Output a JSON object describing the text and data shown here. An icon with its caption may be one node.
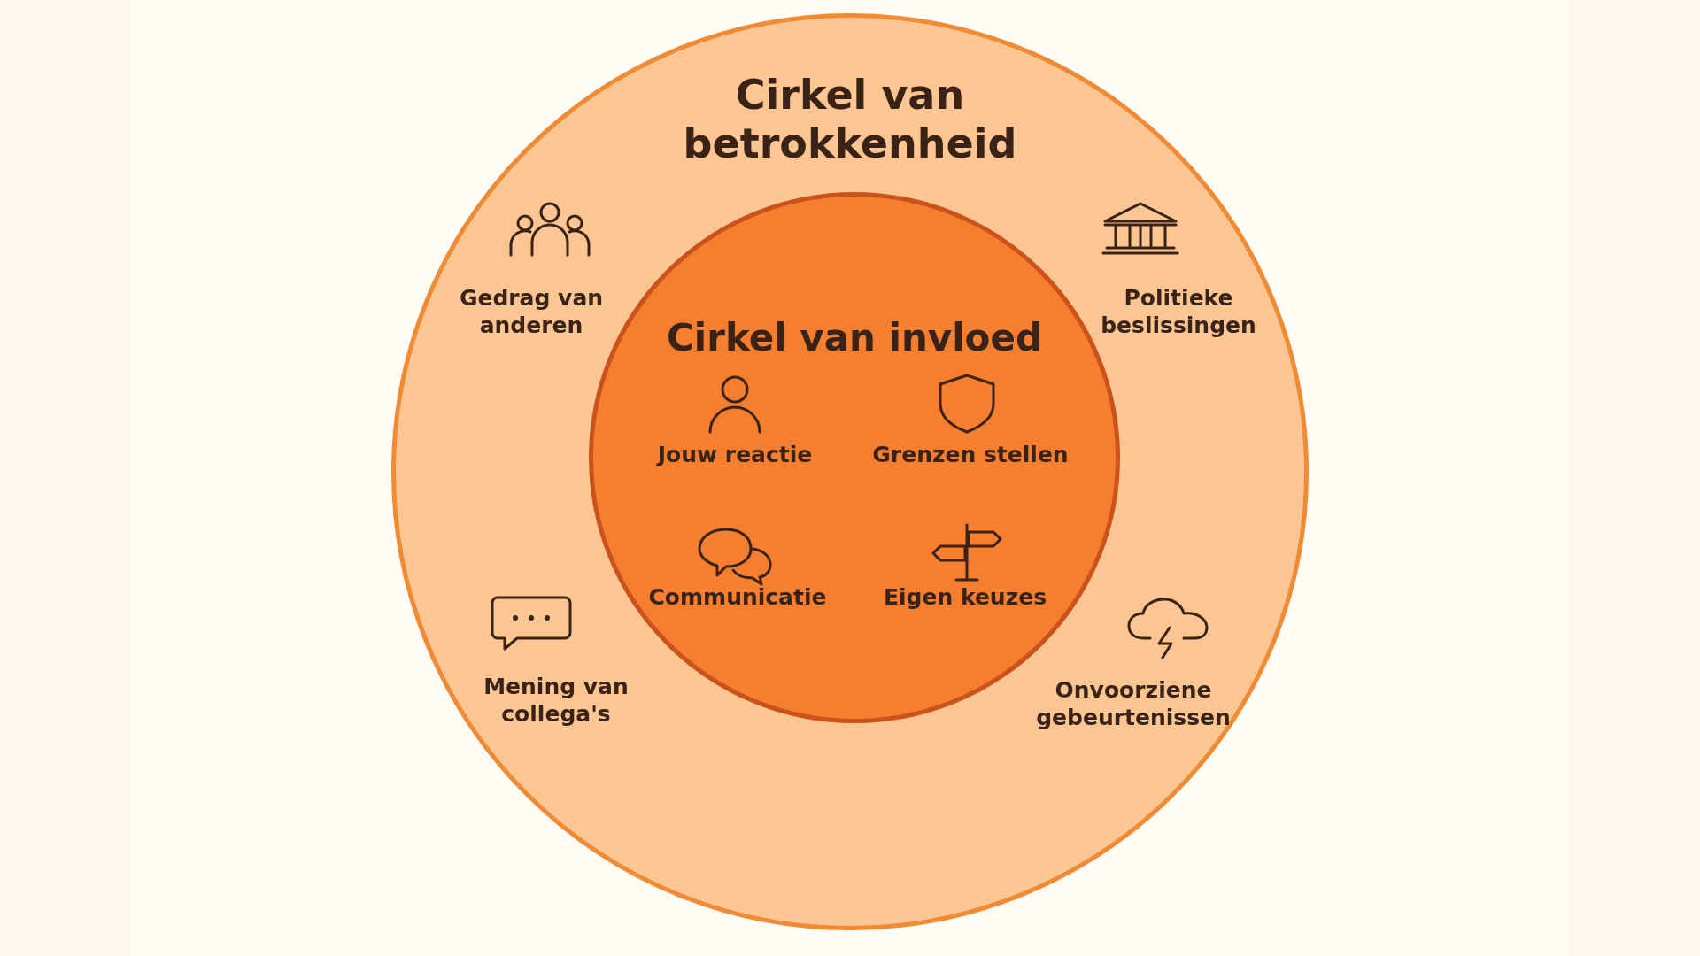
{
  "diagram": {
    "nodes": [
      {
        "text": [
          "Cirkel van betrokkenheid"
        ]
      },
      {
        "text": [
          "Cirkel van invloed"
        ],
        "in": 0
      }
    ],
    "labels": [
      "Gedrag van anderen",
      "Politieke beslissingen",
      "Jouw reactie",
      "Grenzen stellen",
      "Communicatie",
      "Eigen keuzes",
      "Mening van collega's",
      "Onvoorziene gebeurtenissen"
    ]
  }
}
